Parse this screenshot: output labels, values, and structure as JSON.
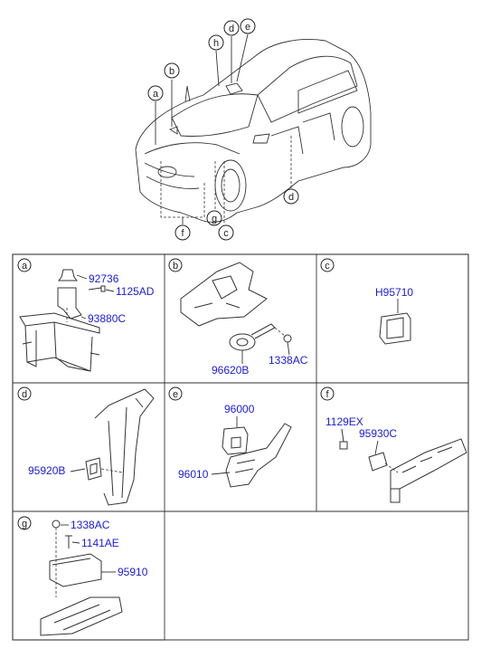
{
  "overview": {
    "callouts": [
      "a",
      "b",
      "h",
      "d",
      "e",
      "d",
      "g",
      "c",
      "f"
    ]
  },
  "panels": [
    {
      "letter": "a",
      "parts": [
        "92736",
        "1125AD",
        "93880C"
      ]
    },
    {
      "letter": "b",
      "parts": [
        "96620B",
        "1338AC"
      ]
    },
    {
      "letter": "c",
      "parts": [
        "H95710"
      ]
    },
    {
      "letter": "d",
      "parts": [
        "95920B"
      ]
    },
    {
      "letter": "e",
      "parts": [
        "96000",
        "96010"
      ]
    },
    {
      "letter": "f",
      "parts": [
        "1129EX",
        "95930C"
      ]
    },
    {
      "letter": "g",
      "parts": [
        "1338AC",
        "1141AE",
        "95910"
      ]
    }
  ],
  "colors": {
    "part_number": "#1a1adf",
    "line": "#333333"
  }
}
